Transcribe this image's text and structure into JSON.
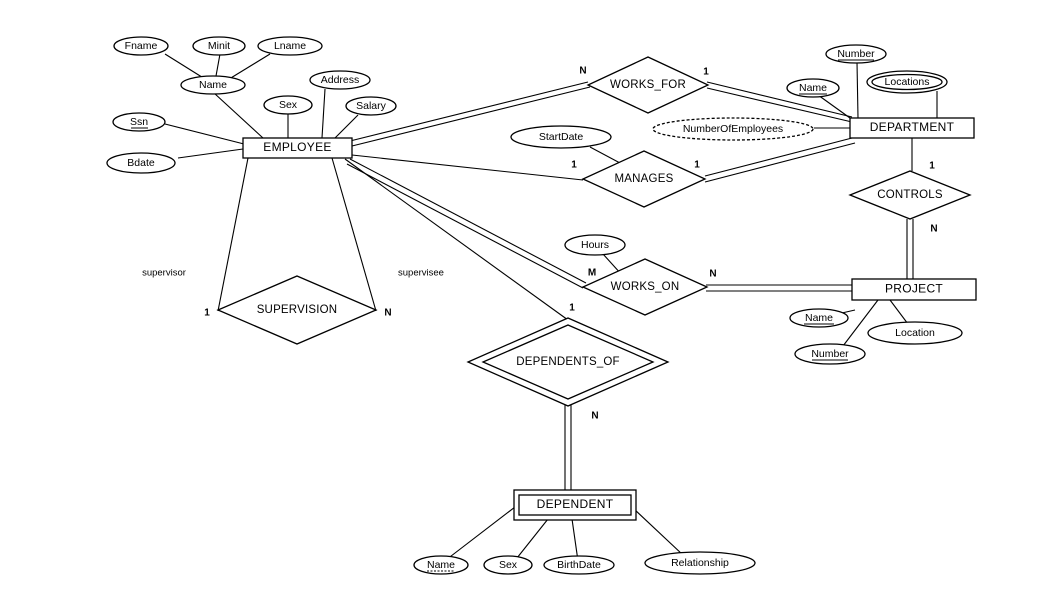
{
  "diagram": {
    "entities": {
      "employee": "EMPLOYEE",
      "department": "DEPARTMENT",
      "project": "PROJECT",
      "dependent": "DEPENDENT"
    },
    "relationships": {
      "works_for": "WORKS_FOR",
      "manages": "MANAGES",
      "controls": "CONTROLS",
      "works_on": "WORKS_ON",
      "supervision": "SUPERVISION",
      "dependents_of": "DEPENDENTS_OF"
    },
    "attributes": {
      "fname": "Fname",
      "minit": "Minit",
      "lname": "Lname",
      "emp_name": "Name",
      "ssn": "Ssn",
      "sex": "Sex",
      "address": "Address",
      "salary": "Salary",
      "bdate": "Bdate",
      "dept_number": "Number",
      "dept_name": "Name",
      "locations": "Locations",
      "num_employees": "NumberOfEmployees",
      "start_date": "StartDate",
      "hours": "Hours",
      "proj_name": "Name",
      "proj_number": "Number",
      "proj_location": "Location",
      "dep_name": "Name",
      "dep_sex": "Sex",
      "birth_date": "BirthDate",
      "relationship": "Relationship"
    },
    "cardinalities": {
      "works_for_emp": "N",
      "works_for_dept": "1",
      "manages_emp": "1",
      "manages_dept": "1",
      "controls_dept": "1",
      "controls_proj": "N",
      "works_on_emp": "M",
      "works_on_proj": "N",
      "supervision_left": "1",
      "supervision_right": "N",
      "dependents_of_emp": "1",
      "dependents_of_dep": "N"
    },
    "roles": {
      "supervisor": "supervisor",
      "supervisee": "supervisee"
    }
  }
}
